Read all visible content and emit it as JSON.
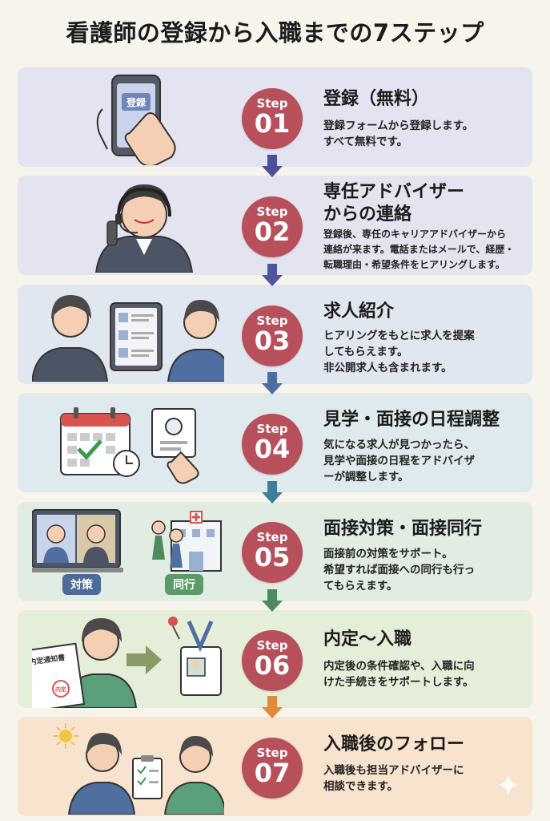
{
  "title": "看護師の登録から入職までの7ステップ",
  "step_label": "Step",
  "steps": [
    {
      "num": "01",
      "title": "登録（無料）",
      "desc": "登録フォームから登録します。\nすべて無料です。",
      "bg": "#e4e3f1",
      "color": "#b8505c"
    },
    {
      "num": "02",
      "title": "専任アドバイザー\nからの連絡",
      "desc": "登録後、専任のキャリアアドバイザーから\n連絡が来ます。電話またはメールで、経歴・\n転職理由・希望条件をヒアリングします。",
      "bg": "#e4e4f0",
      "color": "#b8505c"
    },
    {
      "num": "03",
      "title": "求人紹介",
      "desc": "ヒアリングをもとに求人を提案\nしてもらえます。\n非公開求人も含まれます。",
      "bg": "#e1e7f0",
      "color": "#b8505c"
    },
    {
      "num": "04",
      "title": "見学・面接の日程調整",
      "desc": "気になる求人が見つかったら、\n見学や面接の日程をアドバイザ\nーが調整します。",
      "bg": "#dfeaee",
      "color": "#b8505c"
    },
    {
      "num": "05",
      "title": "面接対策・面接同行",
      "desc": "面接前の対策をサポート。\n希望すれば面接への同行も行っ\nてもらえます。",
      "bg": "#e1ece3",
      "color": "#b8505c"
    },
    {
      "num": "06",
      "title": "内定〜入職",
      "desc": "内定後の条件確認や、入職に向\nけた手続きをサポートします。",
      "bg": "#e4eed9",
      "color": "#b8505c"
    },
    {
      "num": "07",
      "title": "入職後のフォロー",
      "desc": "入職後も担当アドバイザーに\n相談できます。",
      "bg": "#f8e3cf",
      "color": "#b8505c"
    }
  ],
  "illustrations": {
    "phone_button": "登録",
    "tag_taisaku": "対策",
    "tag_doukou": "同行",
    "offer_doc": "内定通知書",
    "offer_stamp": "内定"
  },
  "connector_colors": [
    "#4d4f9c",
    "#4d569e",
    "#4a6ea2",
    "#3f7e9a",
    "#4d8a5e",
    "#8aa63f"
  ],
  "connector_last": "#e08a36"
}
